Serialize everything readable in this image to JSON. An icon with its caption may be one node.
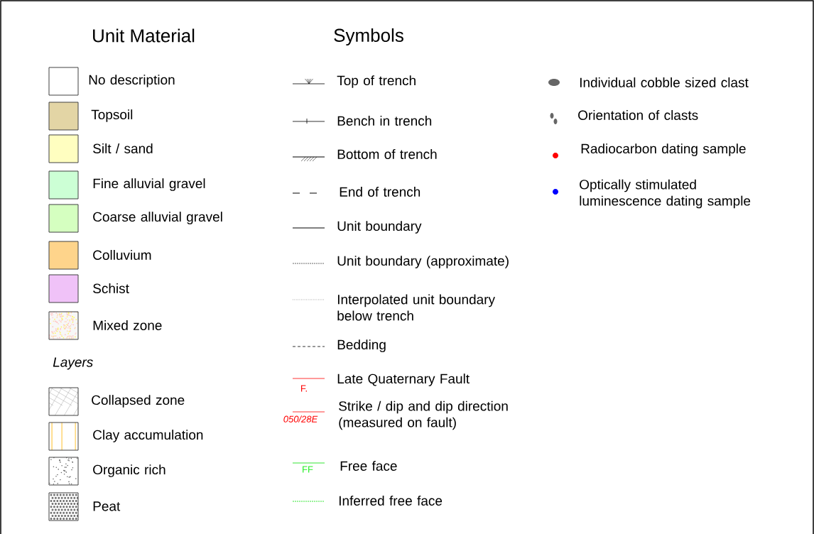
{
  "diagram": {
    "labels": [
      "Unit Material",
      "Symbols",
      "Layers",
      "F.",
      "050/28E",
      "FF"
    ],
    "legend": [
      {
        "text": "No description"
      },
      {
        "text": "Topsoil",
        "color": "#e3d5a5"
      },
      {
        "text": "Silt / sand",
        "color": "#fffec0"
      },
      {
        "text": "Fine alluvial gravel",
        "color": "#ccffd5"
      },
      {
        "text": "Coarse alluvial gravel",
        "color": "#d5ffc0"
      },
      {
        "text": "Colluvium",
        "color": "#fed48b"
      },
      {
        "text": "Schist",
        "color": "#f0c2f8"
      },
      {
        "text": "Mixed zone"
      },
      {
        "text": "Collapsed zone"
      },
      {
        "text": "Clay accumulation"
      },
      {
        "text": "Organic rich"
      },
      {
        "text": "Peat"
      },
      {
        "text": "Top of trench"
      },
      {
        "text": "Bench in trench"
      },
      {
        "text": "Bottom of trench"
      },
      {
        "text": "End of trench"
      },
      {
        "text": "Unit boundary"
      },
      {
        "text": "Unit boundary (approximate)"
      },
      {
        "text": "Interpolated  unit boundary below trench"
      },
      {
        "text": "Bedding"
      },
      {
        "text": "Late Quaternary Fault"
      },
      {
        "text": "Strike / dip and dip direction (measured on fault)"
      },
      {
        "text": "Free face"
      },
      {
        "text": "Inferred free face"
      },
      {
        "text": "Individual cobble sized clast"
      },
      {
        "text": "Orientation of clasts"
      },
      {
        "text": "Radiocarbon dating sample",
        "color": "#ff0000"
      },
      {
        "text": "Optically stimulated luminescence dating sample",
        "color": "#0000ff"
      }
    ]
  }
}
